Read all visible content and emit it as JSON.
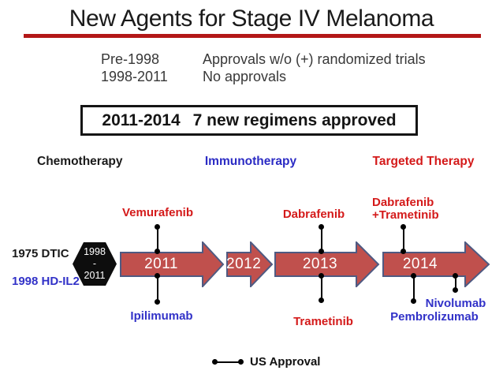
{
  "title": "New Agents for Stage IV Melanoma",
  "history": {
    "rows": [
      {
        "period": "Pre-1998",
        "status": "Approvals w/o (+) randomized trials"
      },
      {
        "period": "1998-2011",
        "status": "No approvals"
      }
    ]
  },
  "highlight": {
    "range": "2011-2014",
    "text": "7 new regimens approved"
  },
  "categories": {
    "chemotherapy": "Chemotherapy",
    "immunotherapy": "Immunotherapy",
    "targeted": "Targeted Therapy"
  },
  "pre_era": {
    "dtic": "1975 DTIC",
    "hd_il2": "1998 HD-IL2",
    "hexagon": {
      "line1": "1998",
      "line2": "-",
      "line3": "2011"
    }
  },
  "timeline": {
    "years": [
      "2011",
      "2012",
      "2013",
      "2014"
    ]
  },
  "approvals": {
    "above": {
      "vemurafenib": "Vemurafenib",
      "dabrafenib": "Dabrafenib",
      "dab_tram_line1": "Dabrafenib",
      "dab_tram_line2": "+Trametinib"
    },
    "below": {
      "ipilimumab": "Ipilimumab",
      "trametinib": "Trametinib",
      "pembrolizumab": "Pembrolizumab",
      "nivolumab": "Nivolumab"
    }
  },
  "legend": {
    "us_approval": "US Approval"
  },
  "colors": {
    "title_underline": "#b31717",
    "arrow_fill": "#c0504d",
    "arrow_border": "#4f5a82",
    "targeted_red": "#d41a1a",
    "immuno_blue": "#3232c8",
    "chemo_black": "#1a1a1a"
  }
}
